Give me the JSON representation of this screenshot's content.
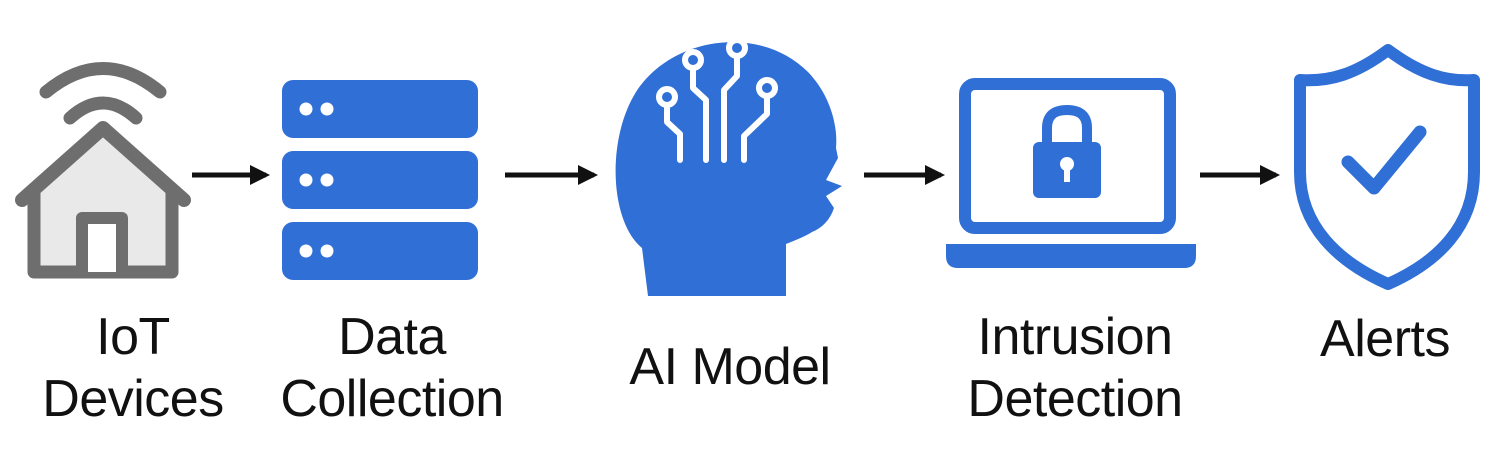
{
  "colors": {
    "accent": "#2f6fd6",
    "gray": "#6e6e6e",
    "text": "#111111",
    "arrow": "#111111"
  },
  "steps": [
    {
      "icon": "iot-house-wifi-icon",
      "label_lines": [
        "IoT",
        "Devices"
      ]
    },
    {
      "icon": "database-server-stack-icon",
      "label_lines": [
        "Data",
        "Collection"
      ]
    },
    {
      "icon": "ai-head-circuit-icon",
      "label_lines": [
        "AI Model"
      ]
    },
    {
      "icon": "laptop-lock-icon",
      "label_lines": [
        "Intrusion",
        "Detection"
      ]
    },
    {
      "icon": "shield-check-icon",
      "label_lines": [
        "Alerts"
      ]
    }
  ]
}
